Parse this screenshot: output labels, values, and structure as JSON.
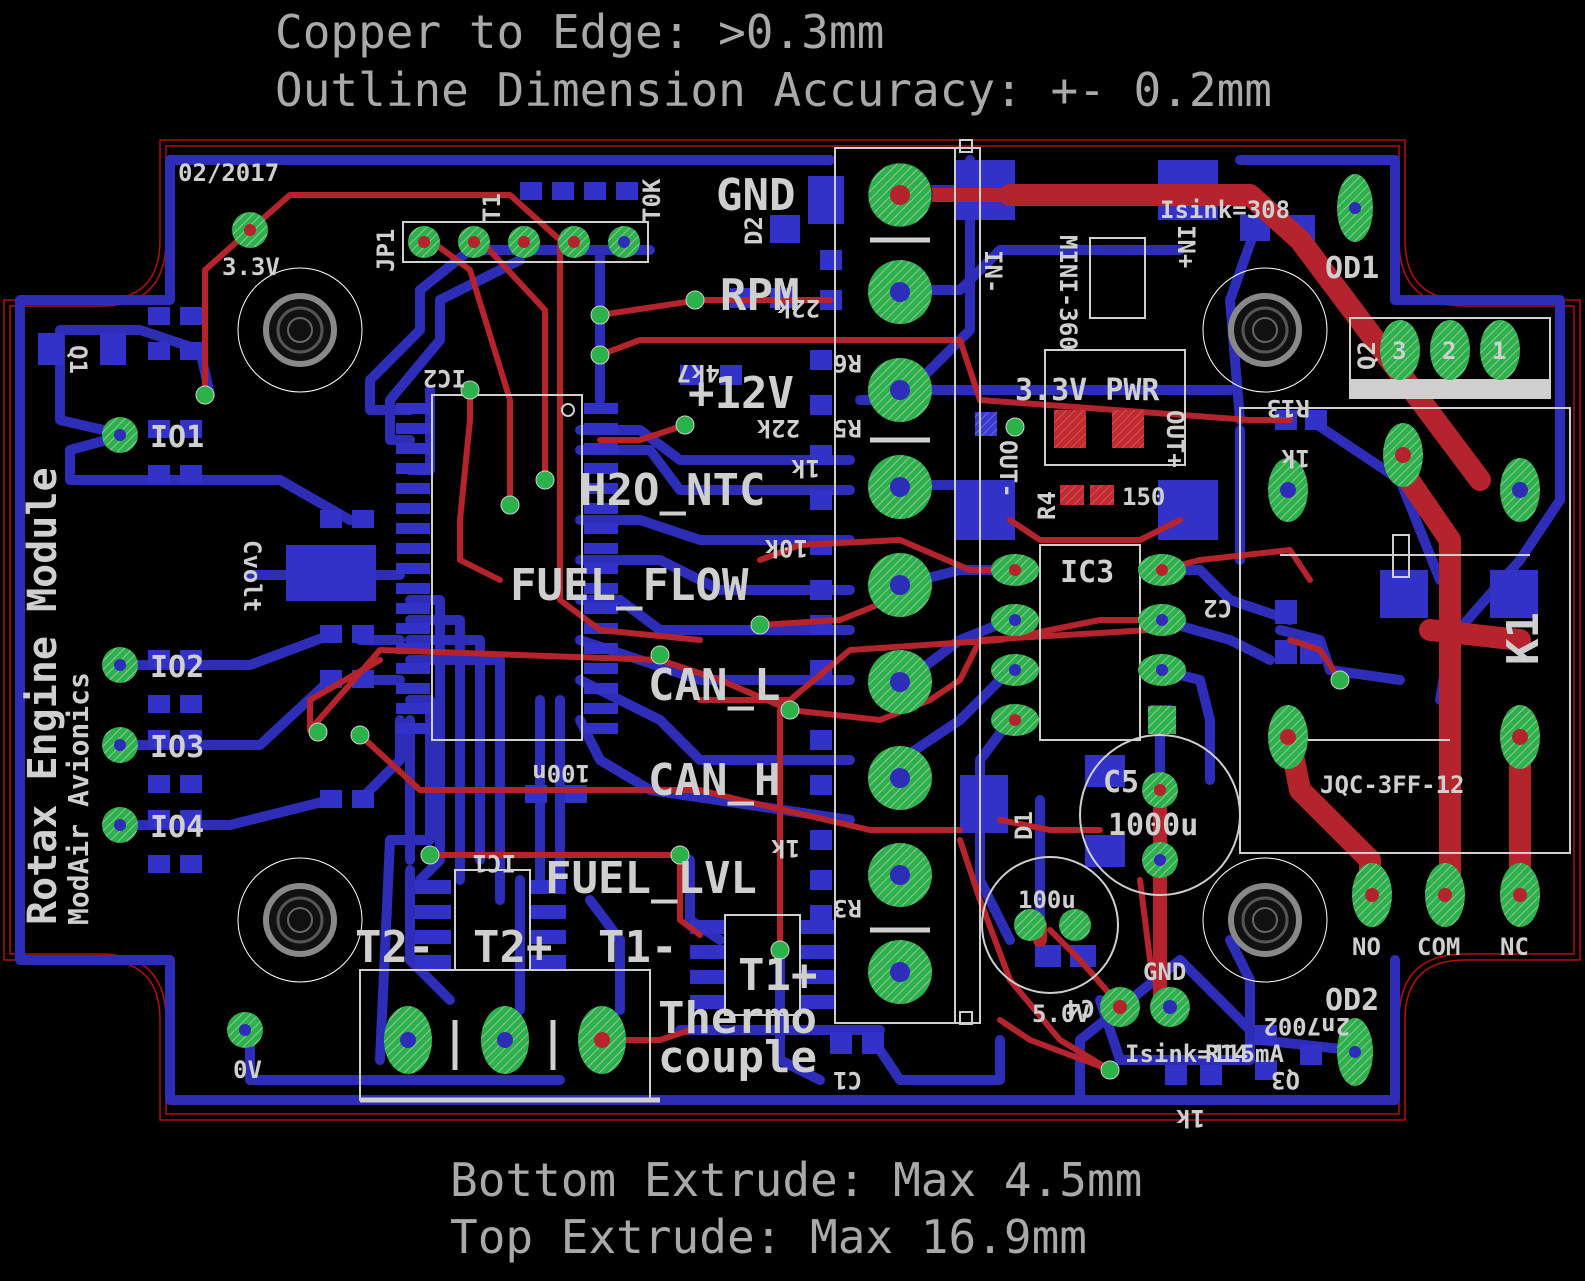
{
  "notes": {
    "copper_to_edge": "Copper to Edge: >0.3mm",
    "outline_accuracy": "Outline Dimension Accuracy: +- 0.2mm",
    "bottom_extrude": "Bottom Extrude: Max 4.5mm",
    "top_extrude": "Top Extrude: Max 16.9mm"
  },
  "board": {
    "date": "02/2017",
    "title_main": "Rotax Engine Module",
    "title_sub": "ModAir Avionics"
  },
  "connector_labels": {
    "gnd": "GND",
    "rpm": "RPM",
    "v12": "+12V",
    "h2o_ntc": "H2O_NTC",
    "fuel_flow": "FUEL_FLOW",
    "can_l": "CAN_L",
    "can_h": "CAN_H",
    "fuel_lvl": "FUEL_LVL",
    "t2_minus": "T2-",
    "t2_plus": "T2+",
    "t1_minus": "T1-",
    "t1_plus": "T1+",
    "thermo": "Thermo",
    "couple": "couple"
  },
  "io_labels": {
    "v33": "3.3V",
    "io1": "IO1",
    "io2": "IO2",
    "io3": "IO3",
    "io4": "IO4",
    "v0": "0V",
    "v50": "5.0V",
    "gnd_small": "GND"
  },
  "component_labels": {
    "jp1": "JP1",
    "ic2": "IC2",
    "ic1": "IC1",
    "ic3": "IC3",
    "c5": "C5",
    "c5_val": "1000u",
    "c_100u": "100u",
    "c_100n": "100n",
    "k1": "K1",
    "relay": "JQC-3FF-12",
    "od1": "OD1",
    "od2": "OD2",
    "no": "NO",
    "com": "COM",
    "nc": "NC",
    "isink1": "Isink=308",
    "isink2": "Isink=115mA",
    "pwr": "3.3V PWR",
    "r4_val": "150",
    "mini": "MINI-360",
    "r13": "R13",
    "r_1k": "1k",
    "r_22k": "22k",
    "r_10k": "10k",
    "r_4k7": "4k7",
    "in_minus": "IN-",
    "in_plus": "IN+",
    "out_minus": "OUT-",
    "out_plus": "OUT+",
    "q2": "Q2",
    "q3": "Q3",
    "c2": "C2",
    "c4": "C4",
    "c1": "C1",
    "r3": "R3",
    "r4": "R4",
    "r5": "R5",
    "r6": "R6",
    "d2": "D2",
    "d1": "D1",
    "t1_lbl": "T1",
    "t0k": "T0K",
    "cvolt": "Cvolt",
    "q1": "Q1",
    "r14": "R14",
    "part_2n7002": "2n7002",
    "pin3": "3",
    "pin2": "2",
    "pin1": "1"
  },
  "colors": {
    "background": "#000000",
    "top_copper": "#b5242d",
    "bottom_copper": "#2d2db8",
    "pad_green": "#2cb24a",
    "silkscreen": "#cfcfcf",
    "outline": "#b01010"
  }
}
